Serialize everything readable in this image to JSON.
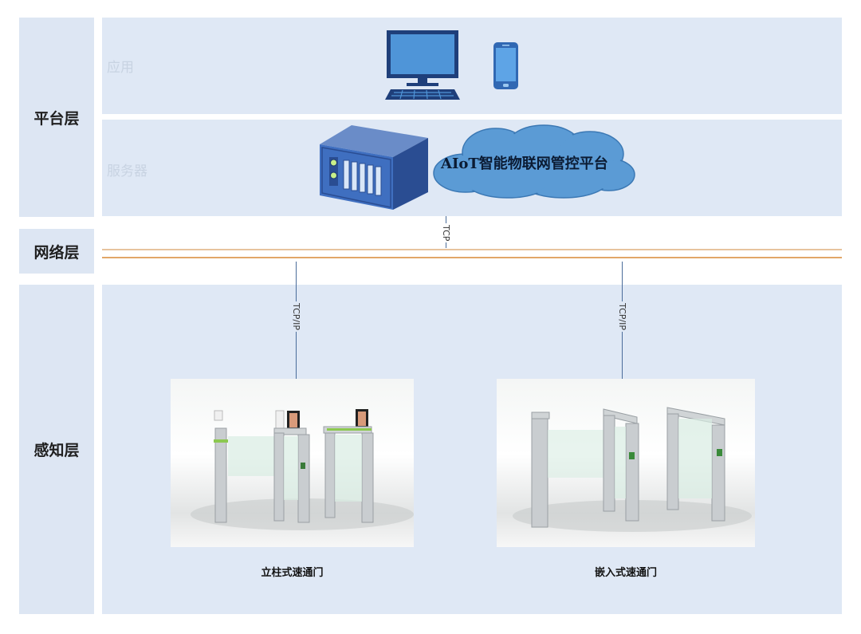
{
  "layers": {
    "platform": "平台层",
    "network": "网络层",
    "perception": "感知层"
  },
  "platform": {
    "app_label": "应用",
    "server_label": "服务器",
    "cloud_label": "AIoT智能物联网管控平台"
  },
  "network": {
    "tcp_label": "TCP"
  },
  "perception": {
    "link_left": "TCP/IP",
    "link_right": "TCP/IP",
    "device_left": "立柱式速通门",
    "device_right": "嵌入式速通门"
  },
  "icons": [
    "desktop-computer-icon",
    "mobile-phone-icon",
    "server-rack-icon",
    "cloud-icon"
  ],
  "colors": {
    "layer_bg": "#dde6f3",
    "panel_bg": "#dfe8f5",
    "icon_blue": "#2f5fa7",
    "cloud_fill": "#5b9bd5",
    "line_orange": "#e0a060"
  }
}
